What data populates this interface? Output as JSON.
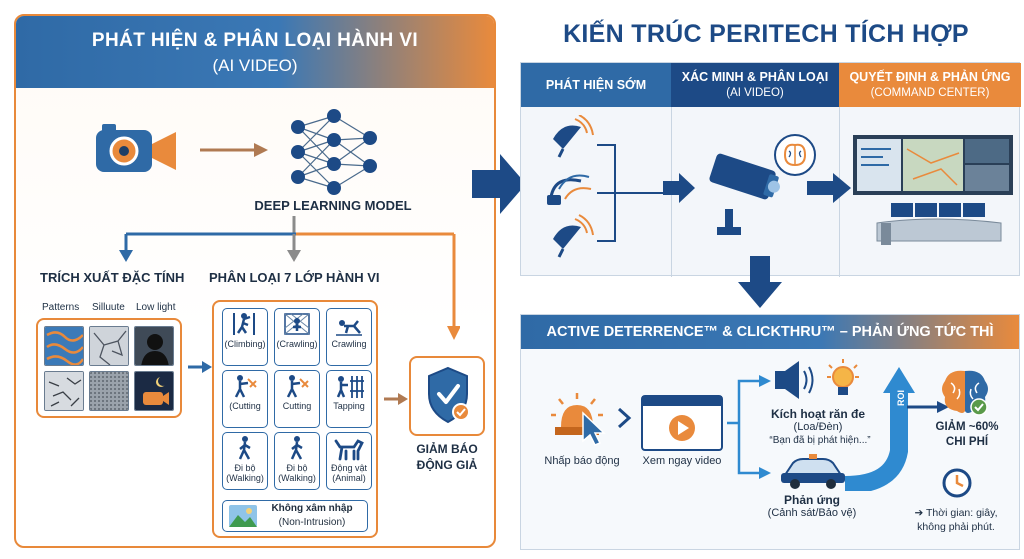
{
  "left": {
    "title": "PHÁT HIỆN & PHÂN LOẠI HÀNH VI",
    "subtitle": "(AI VIDEO)",
    "model_label": "DEEP LEARNING MODEL",
    "feature_title": "TRÍCH XUẤT ĐẶC TÍNH",
    "feature_labels": [
      "Patterns",
      "Silluute",
      "Low light"
    ],
    "classify_title": "PHÂN LOẠI 7 LỚP HÀNH VI",
    "classes": [
      {
        "line1": "(Climbing)",
        "line2": "",
        "icon": "climbing-icon"
      },
      {
        "line1": "(Crawling)",
        "line2": "",
        "icon": "fence-icon"
      },
      {
        "line1": "Crawling",
        "line2": "",
        "icon": "crawling-icon"
      },
      {
        "line1": "(Cutting",
        "line2": "",
        "icon": "cutting-icon"
      },
      {
        "line1": "Cutting",
        "line2": "",
        "icon": "cutting-icon"
      },
      {
        "line1": "Tapping",
        "line2": "",
        "icon": "tapping-icon"
      },
      {
        "line1": "Đi bộ",
        "line2": "(Walking)",
        "icon": "walking-icon"
      },
      {
        "line1": "Đi bộ",
        "line2": "(Walking)",
        "icon": "walking-icon"
      },
      {
        "line1": "Động vật",
        "line2": "(Animal)",
        "icon": "dog-icon"
      }
    ],
    "non_intrusion_line1": "Không xâm nhập",
    "non_intrusion_line2": "(Non-Intrusion)",
    "reduce_line1": "GIẢM BÁO",
    "reduce_line2": "ĐỘNG GIẢ"
  },
  "right": {
    "title": "KIẾN TRÚC PERITECH TÍCH HỢP",
    "col1_title": "PHÁT HIỆN SỚM",
    "col2_title": "XÁC MINH & PHÂN LOẠI",
    "col2_sub": "(AI VIDEO)",
    "col3_title": "QUYẾT ĐỊNH & PHẢN ỨNG",
    "col3_sub": "(COMMAND CENTER)",
    "colors": {
      "col1": "#2f6aa6",
      "col2": "#1d4a86",
      "col3": "#e98a3c"
    }
  },
  "deterrence": {
    "title": "ACTIVE DETERRENCE™ & CLICKTHRU™ – PHẢN ỨNG TỨC THÌ",
    "click_label": "Nhấp báo động",
    "video_label": "Xem ngay video",
    "activate_title": "Kích hoạt răn đe",
    "activate_sub": "(Loa/Đèn)",
    "activate_quote": "“Bạn đã bị phát hiện...”",
    "response_title": "Phản ứng",
    "response_sub": "(Cảnh sát/Bảo vệ)",
    "roi_label": "ROI",
    "cost_line1": "GIẢM ~60%",
    "cost_line2": "CHI PHÍ",
    "time_line1": "➔ Thời gian: giây,",
    "time_line2": "không phải phút."
  },
  "colors": {
    "blue": "#2f6aa6",
    "navy": "#1d4a86",
    "orange": "#e98a3c"
  }
}
